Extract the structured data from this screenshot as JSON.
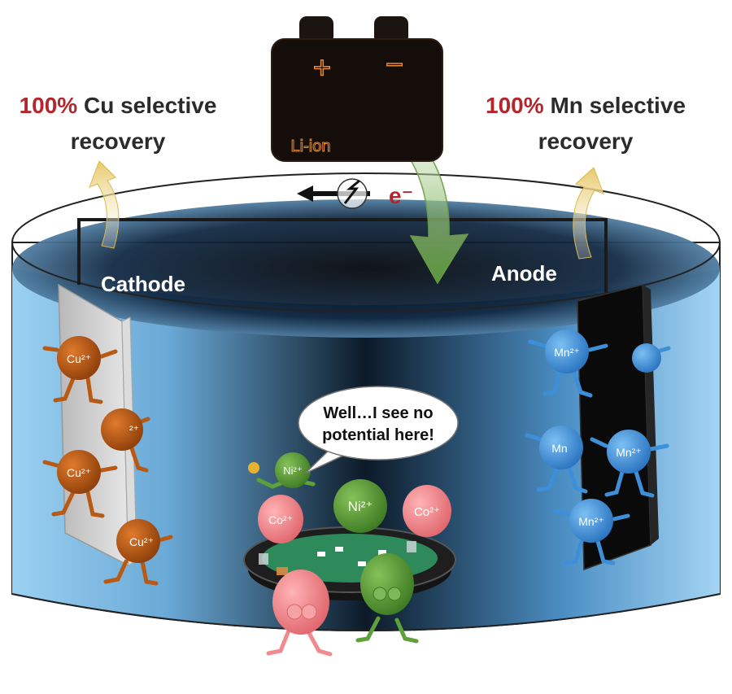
{
  "headline_left": {
    "percent": "100%",
    "text": "Cu selective",
    "line2": "recovery"
  },
  "headline_right": {
    "percent": "100%",
    "text": "Mn selective",
    "line2": "recovery"
  },
  "battery": {
    "label": "Li-ion",
    "positive_symbol": "+",
    "negative_symbol": "−"
  },
  "electron_label": "e⁻",
  "electrodes": {
    "cathode_label": "Cathode",
    "anode_label": "Anode"
  },
  "ions": {
    "cu": "Cu²⁺",
    "mn": "Mn²⁺",
    "ni": "Ni²⁺",
    "co": "Co²⁺",
    "mn_partial": "Mn",
    "cu_partial": "Cu²⁺",
    "cu_partial2": "²⁺"
  },
  "speech_bubble": {
    "line1": "Well…I see no",
    "line2": "potential here!"
  },
  "colors": {
    "accent_red": "#b3262b",
    "solution_blue": "#8cc6ee",
    "cu_brown": "#b85a14",
    "mn_blue": "#3d8fd9",
    "ni_green": "#5ea03a",
    "co_pink": "#f08a8f",
    "flow_green": "#7fb85a",
    "arrow_yellow": "#e9d58a"
  }
}
